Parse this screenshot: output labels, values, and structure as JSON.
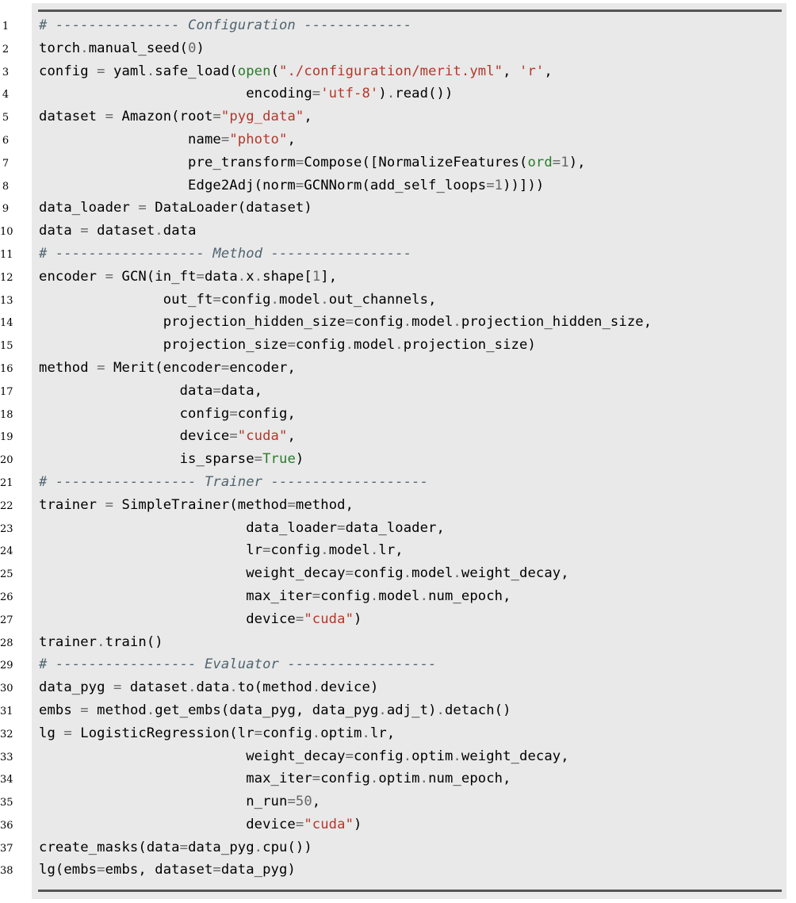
{
  "lines": [
    {
      "n": "1",
      "t": [
        [
          "# --------------- Configuration -------------",
          "comment"
        ]
      ]
    },
    {
      "n": "2",
      "t": [
        [
          "torch",
          ""
        ],
        [
          ".",
          "op"
        ],
        [
          "manual_seed(",
          ""
        ],
        [
          "0",
          "num"
        ],
        [
          ")",
          ""
        ]
      ]
    },
    {
      "n": "3",
      "t": [
        [
          "config ",
          ""
        ],
        [
          "=",
          "op"
        ],
        [
          " yaml",
          ""
        ],
        [
          ".",
          "op"
        ],
        [
          "safe_load(",
          ""
        ],
        [
          "open",
          "bi"
        ],
        [
          "(",
          ""
        ],
        [
          "\"./configuration/merit.yml\"",
          "str"
        ],
        [
          ", ",
          ""
        ],
        [
          "'r'",
          "str"
        ],
        [
          ",",
          ""
        ]
      ]
    },
    {
      "n": "4",
      "t": [
        [
          "                         encoding",
          ""
        ],
        [
          "=",
          "op"
        ],
        [
          "'utf-8'",
          "str"
        ],
        [
          ")",
          ""
        ],
        [
          ".",
          "op"
        ],
        [
          "read())",
          ""
        ]
      ]
    },
    {
      "n": "5",
      "t": [
        [
          "dataset ",
          ""
        ],
        [
          "=",
          "op"
        ],
        [
          " Amazon(root",
          ""
        ],
        [
          "=",
          "op"
        ],
        [
          "\"pyg_data\"",
          "str"
        ],
        [
          ",",
          ""
        ]
      ]
    },
    {
      "n": "6",
      "t": [
        [
          "                  name",
          ""
        ],
        [
          "=",
          "op"
        ],
        [
          "\"photo\"",
          "str"
        ],
        [
          ",",
          ""
        ]
      ]
    },
    {
      "n": "7",
      "t": [
        [
          "                  pre_transform",
          ""
        ],
        [
          "=",
          "op"
        ],
        [
          "Compose([NormalizeFeatures(",
          ""
        ],
        [
          "ord",
          "bi"
        ],
        [
          "=",
          "op"
        ],
        [
          "1",
          "num"
        ],
        [
          "),",
          ""
        ]
      ]
    },
    {
      "n": "8",
      "t": [
        [
          "                  Edge2Adj(norm",
          ""
        ],
        [
          "=",
          "op"
        ],
        [
          "GCNNorm(add_self_loops",
          ""
        ],
        [
          "=",
          "op"
        ],
        [
          "1",
          "num"
        ],
        [
          "))]))",
          ""
        ]
      ]
    },
    {
      "n": "9",
      "t": [
        [
          "data_loader ",
          ""
        ],
        [
          "=",
          "op"
        ],
        [
          " DataLoader(dataset)",
          ""
        ]
      ]
    },
    {
      "n": "10",
      "t": [
        [
          "data ",
          ""
        ],
        [
          "=",
          "op"
        ],
        [
          " dataset",
          ""
        ],
        [
          ".",
          "op"
        ],
        [
          "data",
          ""
        ]
      ]
    },
    {
      "n": "11",
      "t": [
        [
          "# ------------------ Method -----------------",
          "comment"
        ]
      ]
    },
    {
      "n": "12",
      "t": [
        [
          "encoder ",
          ""
        ],
        [
          "=",
          "op"
        ],
        [
          " GCN(in_ft",
          ""
        ],
        [
          "=",
          "op"
        ],
        [
          "data",
          ""
        ],
        [
          ".",
          "op"
        ],
        [
          "x",
          ""
        ],
        [
          ".",
          "op"
        ],
        [
          "shape[",
          ""
        ],
        [
          "1",
          "num"
        ],
        [
          "],",
          ""
        ]
      ]
    },
    {
      "n": "13",
      "t": [
        [
          "               out_ft",
          ""
        ],
        [
          "=",
          "op"
        ],
        [
          "config",
          ""
        ],
        [
          ".",
          "op"
        ],
        [
          "model",
          ""
        ],
        [
          ".",
          "op"
        ],
        [
          "out_channels,",
          ""
        ]
      ]
    },
    {
      "n": "14",
      "t": [
        [
          "               projection_hidden_size",
          ""
        ],
        [
          "=",
          "op"
        ],
        [
          "config",
          ""
        ],
        [
          ".",
          "op"
        ],
        [
          "model",
          ""
        ],
        [
          ".",
          "op"
        ],
        [
          "projection_hidden_size,",
          ""
        ]
      ]
    },
    {
      "n": "15",
      "t": [
        [
          "               projection_size",
          ""
        ],
        [
          "=",
          "op"
        ],
        [
          "config",
          ""
        ],
        [
          ".",
          "op"
        ],
        [
          "model",
          ""
        ],
        [
          ".",
          "op"
        ],
        [
          "projection_size)",
          ""
        ]
      ]
    },
    {
      "n": "16",
      "t": [
        [
          "method ",
          ""
        ],
        [
          "=",
          "op"
        ],
        [
          " Merit(encoder",
          ""
        ],
        [
          "=",
          "op"
        ],
        [
          "encoder,",
          ""
        ]
      ]
    },
    {
      "n": "17",
      "t": [
        [
          "                 data",
          ""
        ],
        [
          "=",
          "op"
        ],
        [
          "data,",
          ""
        ]
      ]
    },
    {
      "n": "18",
      "t": [
        [
          "                 config",
          ""
        ],
        [
          "=",
          "op"
        ],
        [
          "config,",
          ""
        ]
      ]
    },
    {
      "n": "19",
      "t": [
        [
          "                 device",
          ""
        ],
        [
          "=",
          "op"
        ],
        [
          "\"cuda\"",
          "str"
        ],
        [
          ",",
          ""
        ]
      ]
    },
    {
      "n": "20",
      "t": [
        [
          "                 is_sparse",
          ""
        ],
        [
          "=",
          "op"
        ],
        [
          "True",
          "kw"
        ],
        [
          ")",
          ""
        ]
      ]
    },
    {
      "n": "21",
      "t": [
        [
          "# ----------------- Trainer -------------------",
          "comment"
        ]
      ]
    },
    {
      "n": "22",
      "t": [
        [
          "trainer ",
          ""
        ],
        [
          "=",
          "op"
        ],
        [
          " SimpleTrainer(method",
          ""
        ],
        [
          "=",
          "op"
        ],
        [
          "method,",
          ""
        ]
      ]
    },
    {
      "n": "23",
      "t": [
        [
          "                         data_loader",
          ""
        ],
        [
          "=",
          "op"
        ],
        [
          "data_loader,",
          ""
        ]
      ]
    },
    {
      "n": "24",
      "t": [
        [
          "                         lr",
          ""
        ],
        [
          "=",
          "op"
        ],
        [
          "config",
          ""
        ],
        [
          ".",
          "op"
        ],
        [
          "model",
          ""
        ],
        [
          ".",
          "op"
        ],
        [
          "lr,",
          ""
        ]
      ]
    },
    {
      "n": "25",
      "t": [
        [
          "                         weight_decay",
          ""
        ],
        [
          "=",
          "op"
        ],
        [
          "config",
          ""
        ],
        [
          ".",
          "op"
        ],
        [
          "model",
          ""
        ],
        [
          ".",
          "op"
        ],
        [
          "weight_decay,",
          ""
        ]
      ]
    },
    {
      "n": "26",
      "t": [
        [
          "                         max_iter",
          ""
        ],
        [
          "=",
          "op"
        ],
        [
          "config",
          ""
        ],
        [
          ".",
          "op"
        ],
        [
          "model",
          ""
        ],
        [
          ".",
          "op"
        ],
        [
          "num_epoch,",
          ""
        ]
      ]
    },
    {
      "n": "27",
      "t": [
        [
          "                         device",
          ""
        ],
        [
          "=",
          "op"
        ],
        [
          "\"cuda\"",
          "str"
        ],
        [
          ")",
          ""
        ]
      ]
    },
    {
      "n": "28",
      "t": [
        [
          "trainer",
          ""
        ],
        [
          ".",
          "op"
        ],
        [
          "train()",
          ""
        ]
      ]
    },
    {
      "n": "29",
      "t": [
        [
          "# ----------------- Evaluator ------------------",
          "comment"
        ]
      ]
    },
    {
      "n": "30",
      "t": [
        [
          "data_pyg ",
          ""
        ],
        [
          "=",
          "op"
        ],
        [
          " dataset",
          ""
        ],
        [
          ".",
          "op"
        ],
        [
          "data",
          ""
        ],
        [
          ".",
          "op"
        ],
        [
          "to(method",
          ""
        ],
        [
          ".",
          "op"
        ],
        [
          "device)",
          ""
        ]
      ]
    },
    {
      "n": "31",
      "t": [
        [
          "embs ",
          ""
        ],
        [
          "=",
          "op"
        ],
        [
          " method",
          ""
        ],
        [
          ".",
          "op"
        ],
        [
          "get_embs(data_pyg, data_pyg",
          ""
        ],
        [
          ".",
          "op"
        ],
        [
          "adj_t)",
          ""
        ],
        [
          ".",
          "op"
        ],
        [
          "detach()",
          ""
        ]
      ]
    },
    {
      "n": "32",
      "t": [
        [
          "lg ",
          ""
        ],
        [
          "=",
          "op"
        ],
        [
          " LogisticRegression(lr",
          ""
        ],
        [
          "=",
          "op"
        ],
        [
          "config",
          ""
        ],
        [
          ".",
          "op"
        ],
        [
          "optim",
          ""
        ],
        [
          ".",
          "op"
        ],
        [
          "lr,",
          ""
        ]
      ]
    },
    {
      "n": "33",
      "t": [
        [
          "                         weight_decay",
          ""
        ],
        [
          "=",
          "op"
        ],
        [
          "config",
          ""
        ],
        [
          ".",
          "op"
        ],
        [
          "optim",
          ""
        ],
        [
          ".",
          "op"
        ],
        [
          "weight_decay,",
          ""
        ]
      ]
    },
    {
      "n": "34",
      "t": [
        [
          "                         max_iter",
          ""
        ],
        [
          "=",
          "op"
        ],
        [
          "config",
          ""
        ],
        [
          ".",
          "op"
        ],
        [
          "optim",
          ""
        ],
        [
          ".",
          "op"
        ],
        [
          "num_epoch,",
          ""
        ]
      ]
    },
    {
      "n": "35",
      "t": [
        [
          "                         n_run",
          ""
        ],
        [
          "=",
          "op"
        ],
        [
          "50",
          "num"
        ],
        [
          ",",
          ""
        ]
      ]
    },
    {
      "n": "36",
      "t": [
        [
          "                         device",
          ""
        ],
        [
          "=",
          "op"
        ],
        [
          "\"cuda\"",
          "str"
        ],
        [
          ")",
          ""
        ]
      ]
    },
    {
      "n": "37",
      "t": [
        [
          "create_masks(data",
          ""
        ],
        [
          "=",
          "op"
        ],
        [
          "data_pyg",
          ""
        ],
        [
          ".",
          "op"
        ],
        [
          "cpu())",
          ""
        ]
      ]
    },
    {
      "n": "38",
      "t": [
        [
          "lg(embs",
          ""
        ],
        [
          "=",
          "op"
        ],
        [
          "embs, dataset",
          ""
        ],
        [
          "=",
          "op"
        ],
        [
          "data_pyg)",
          ""
        ]
      ]
    }
  ]
}
